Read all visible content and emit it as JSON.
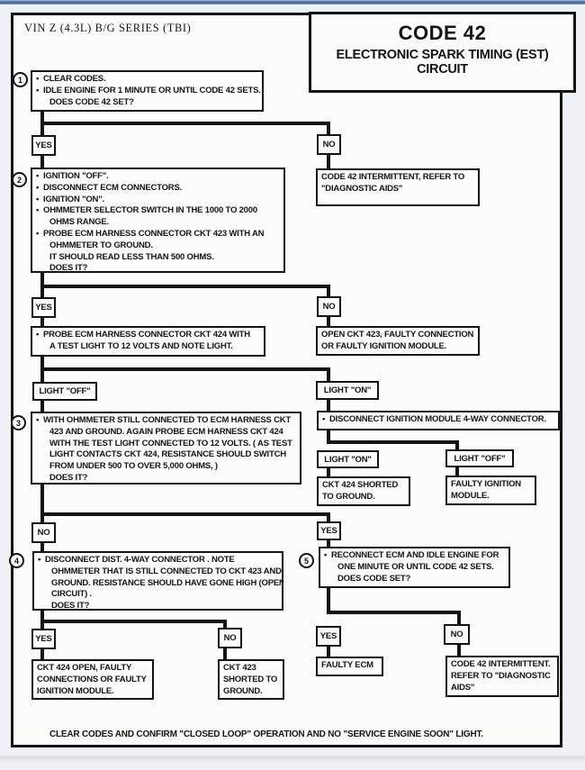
{
  "colors": {
    "ink": "#141414",
    "paper": "#fcfcfa",
    "page_bg": "#eef1f6",
    "topbar_blue": "#3f639b"
  },
  "page": {
    "header_left": "VIN Z (4.3L) B/G SERIES (TBI)",
    "title_line1": "CODE 42",
    "title_line2": "ELECTRONIC SPARK TIMING (EST)",
    "title_line3": "CIRCUIT",
    "footer": "CLEAR CODES AND CONFIRM \"CLOSED LOOP\" OPERATION AND NO \"SERVICE ENGINE SOON\" LIGHT."
  },
  "steps": [
    "1",
    "2",
    "3",
    "4",
    "5"
  ],
  "labels": {
    "yes": "YES",
    "no": "NO",
    "light_off": "LIGHT \"OFF\"",
    "light_on": "LIGHT \"ON\""
  },
  "nodes": {
    "box1": {
      "lines": [
        "•  CLEAR CODES.",
        "•  IDLE ENGINE FOR 1 MINUTE OR UNTIL CODE 42 SETS.",
        "DOES CODE 42 SET?"
      ]
    },
    "int1": {
      "lines": [
        "CODE 42 INTERMITTENT, REFER TO",
        "\"DIAGNOSTIC AIDS\""
      ]
    },
    "box2": {
      "lines": [
        "•  IGNITION \"OFF\".",
        "•  DISCONNECT ECM CONNECTORS.",
        "•  IGNITION \"ON\".",
        "•  OHMMETER SELECTOR SWITCH IN THE 1000 TO 2000",
        "OHMS RANGE.",
        "•  PROBE ECM HARNESS CONNECTOR CKT 423  WITH AN",
        "OHMMETER TO GROUND.",
        "IT SHOULD READ LESS THAN 500 OHMS.",
        "DOES IT?"
      ]
    },
    "probe424": {
      "lines": [
        "•  PROBE ECM HARNESS CONNECTOR CKT 424 WITH",
        "A TEST LIGHT TO 12  VOLTS AND NOTE LIGHT."
      ]
    },
    "open423": {
      "lines": [
        "OPEN CKT 423, FAULTY CONNECTION",
        "OR FAULTY IGNITION MODULE."
      ]
    },
    "box3": {
      "lines": [
        "•  WITH OHMMETER STILL CONNECTED TO ECM HARNESS CKT",
        "423 AND GROUND.  AGAIN PROBE ECM HARNESS CKT 424",
        "WITH THE TEST LIGHT CONNECTED TO 12 VOLTS. ( AS TEST",
        "LIGHT CONTACTS CKT 424, RESISTANCE SHOULD SWITCH",
        "FROM UNDER 500 TO OVER 5,000 OHMS, )",
        "DOES IT?"
      ]
    },
    "discIgn": {
      "lines": [
        "•  DISCONNECT IGNITION MODULE 4-WAY CONNECTOR."
      ]
    },
    "ckt424sh": {
      "lines": [
        "CKT 424  SHORTED",
        "TO GROUND."
      ]
    },
    "faultyIgn": {
      "lines": [
        "FAULTY IGNITION",
        "MODULE."
      ]
    },
    "box4": {
      "lines": [
        "•  DISCONNECT DIST. 4-WAY CONNECTOR .  NOTE",
        "OHMMETER THAT IS STILL CONNECTED TO CKT 423  AND",
        "GROUND. RESISTANCE SHOULD HAVE GONE HIGH (OPEN",
        "CIRCUIT) .",
        "DOES IT?"
      ]
    },
    "box5": {
      "lines": [
        "•  RECONNECT ECM AND IDLE ENGINE FOR",
        "ONE MINUTE OR UNTIL CODE 42 SETS.",
        "DOES CODE SET?"
      ]
    },
    "ckt424open": {
      "lines": [
        "CKT 424 OPEN, FAULTY",
        "CONNECTIONS OR FAULTY",
        "IGNITION MODULE."
      ]
    },
    "ckt423sh": {
      "lines": [
        "CKT 423",
        "SHORTED TO",
        "GROUND."
      ]
    },
    "faultyEcm": {
      "lines": [
        "FAULTY ECM"
      ]
    },
    "int2": {
      "lines": [
        "CODE 42 INTERMITTENT.",
        "REFER TO \"DIAGNOSTIC",
        "AIDS\""
      ]
    }
  }
}
